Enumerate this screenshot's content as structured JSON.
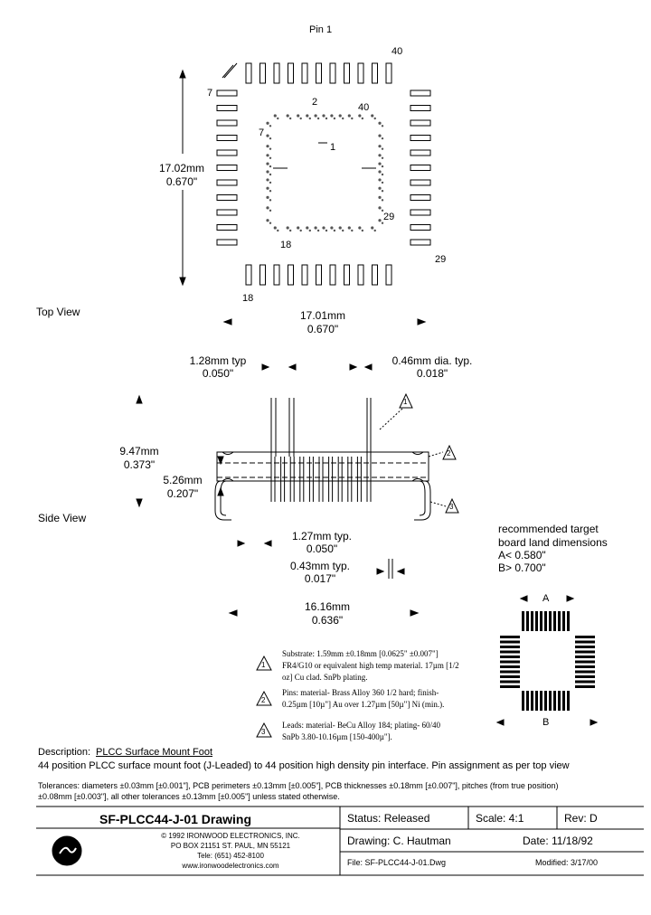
{
  "top_view": {
    "pin1": "Pin 1",
    "outer_labels": {
      "p40": "40",
      "p7": "7",
      "p29": "29",
      "p18": "18"
    },
    "inner_labels": {
      "p2": "2",
      "p40": "40",
      "p7": "7",
      "p1": "1",
      "p29": "29",
      "p18": "18"
    },
    "height_mm": "17.02mm",
    "height_in": "0.670\"",
    "width_mm": "17.01mm",
    "width_in": "0.670\"",
    "view_label": "Top View"
  },
  "side_view": {
    "pitch_mm": "1.28mm typ",
    "pitch_in": "0.050\"",
    "dia_mm": "0.46mm dia. typ.",
    "dia_in": "0.018\"",
    "total_h_mm": "9.47mm",
    "total_h_in": "0.373\"",
    "body_h_mm": "5.26mm",
    "body_h_in": "0.207\"",
    "view_label": "Side View",
    "foot_pitch_mm": "1.27mm typ.",
    "foot_pitch_in": "0.050\"",
    "foot_w_mm": "0.43mm typ.",
    "foot_w_in": "0.017\"",
    "width_mm": "16.16mm",
    "width_in": "0.636\"",
    "note_tags": [
      "1",
      "2",
      "3"
    ]
  },
  "land": {
    "title_line1": "recommended target",
    "title_line2": "board land dimensions",
    "a_dim": "A< 0.580\"",
    "b_dim": "B> 0.700\"",
    "a_label": "A",
    "b_label": "B"
  },
  "notes": [
    {
      "tag": "1",
      "line1": "Substrate: 1.59mm ±0.18mm [0.0625\" ±0.007\"]",
      "line2": "FR4/G10 or equivalent high temp material. 17µm [1/2",
      "line3": "oz] Cu clad. SnPb plating."
    },
    {
      "tag": "2",
      "line1": "Pins: material- Brass Alloy 360 1/2 hard; finish-",
      "line2": "0.25µm [10µ\"] Au over 1.27µm [50µ\"] Ni (min.)."
    },
    {
      "tag": "3",
      "line1": "Leads: material- BeCu Alloy 184; plating- 60/40",
      "line2": "SnPb 3.80-10.16µm [150-400µ\"]."
    }
  ],
  "description": {
    "label": "Description:",
    "value": "PLCC Surface Mount Foot",
    "line2": "44 position PLCC surface mount foot (J-Leaded) to 44 position high density pin interface. Pin assignment as per top view"
  },
  "tolerances": {
    "line1": "Tolerances: diameters ±0.03mm [±0.001\"], PCB perimeters ±0.13mm [±0.005\"], PCB thicknesses ±0.18mm [±0.007\"], pitches (from true position)",
    "line2": "±0.08mm [±0.003\"], all other tolerances ±0.13mm [±0.005\"] unless stated otherwise."
  },
  "title_block": {
    "drawing_title": "SF-PLCC44-J-01 Drawing",
    "company_lines": [
      "© 1992 IRONWOOD ELECTRONICS, INC.",
      "PO BOX 21151 ST. PAUL, MN  55121",
      "Tele: (651) 452-8100",
      "www.ironwoodelectronics.com"
    ],
    "status": "Status: Released",
    "scale": "Scale: 4:1",
    "rev": "Rev: D",
    "drawing_by": "Drawing: C. Hautman",
    "date": "Date: 11/18/92",
    "file": "File: SF-PLCC44-J-01.Dwg",
    "modified": "Modified: 3/17/00"
  }
}
